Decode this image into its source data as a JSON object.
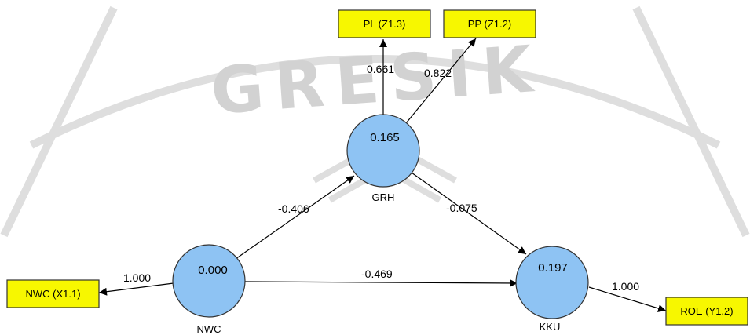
{
  "watermark": {
    "text": "GRESIK"
  },
  "colors": {
    "latent_fill": "#8ec3f3",
    "indicator_fill": "#f7f700",
    "line": "#000000",
    "watermark": "#d2d2d2"
  },
  "latents": {
    "grh": {
      "name": "GRH",
      "value": "0.165"
    },
    "nwc": {
      "name": "NWC",
      "value": "0.000"
    },
    "kku": {
      "name": "KKU",
      "value": "0.197"
    }
  },
  "indicators": {
    "pl": {
      "label": "PL (Z1.3)"
    },
    "pp": {
      "label": "PP (Z1.2)"
    },
    "nwc": {
      "label": "NWC (X1.1)"
    },
    "roe": {
      "label": "ROE (Y1.2)"
    }
  },
  "paths": {
    "grh_pl": "0.661",
    "grh_pp": "0.822",
    "nwc_grh": "-0.406",
    "grh_kku": "-0.075",
    "nwc_kku": "-0.469",
    "nwc_indicator": "1.000",
    "kku_roe": "1.000"
  }
}
